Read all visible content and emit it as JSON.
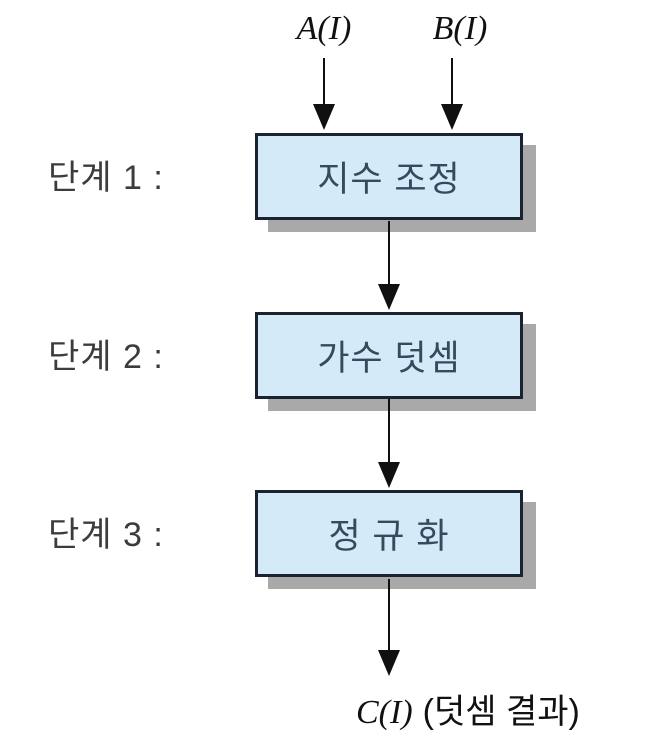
{
  "diagram": {
    "title_semantic": "floating-point addition flowchart",
    "inputs": [
      {
        "label": "A(I)"
      },
      {
        "label": "B(I)"
      }
    ],
    "steps": [
      {
        "label": "단계 1 :",
        "box": "지수 조정"
      },
      {
        "label": "단계 2 :",
        "box": "가수 덧셈"
      },
      {
        "label": "단계 3 :",
        "box": "정 규 화"
      }
    ],
    "output": {
      "var": "C(I)",
      "note": "(덧셈 결과)"
    },
    "colors": {
      "background": "#ffffff",
      "box_fill": "#d5eaf8",
      "box_border": "#1c2330",
      "box_text": "#35495f",
      "label_text": "#3c3c3c",
      "arrow": "#101010",
      "shadow": "#a9a9a9"
    }
  }
}
